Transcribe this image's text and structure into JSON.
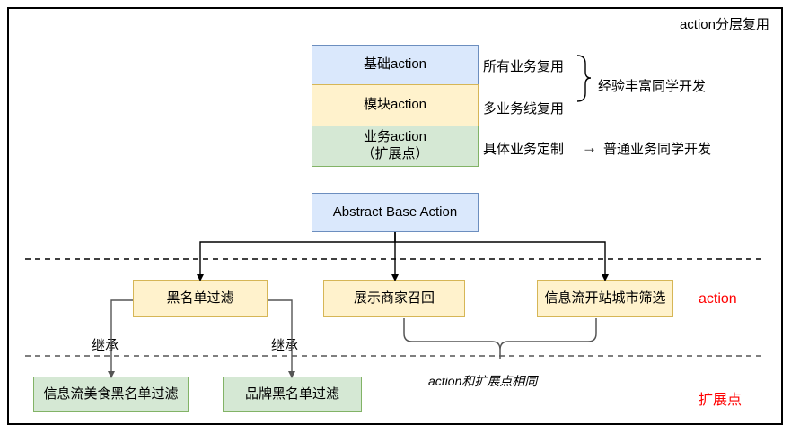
{
  "title": "action分层复用",
  "layers": {
    "items": [
      {
        "label": "基础action",
        "note": "所有业务复用",
        "color": "#dae8fc"
      },
      {
        "label": "模块action",
        "note": "多业务线复用",
        "color": "#fff2cc"
      },
      {
        "label": "业务action\n（扩展点）",
        "note": "具体业务定制",
        "color": "#d5e8d4"
      }
    ],
    "brace_note": "经验丰富同学开发",
    "arrow_glyph": "→",
    "custom_note": "普通业务同学开发"
  },
  "hierarchy": {
    "root": "Abstract Base Action",
    "actions": [
      "黑名单过滤",
      "展示商家召回",
      "信息流开站城市筛选"
    ],
    "inherit_labels": [
      "继承",
      "继承"
    ],
    "extensions": [
      "信息流美食黑名单过滤",
      "品牌黑名单过滤"
    ],
    "brace_note": "action和扩展点相同"
  },
  "bands": {
    "action_label": "action",
    "extension_label": "扩展点"
  },
  "colors": {
    "blue_fill": "#dae8fc",
    "blue_stroke": "#6c8ebf",
    "yellow_fill": "#fff2cc",
    "yellow_stroke": "#d6b656",
    "green_fill": "#d5e8d4",
    "green_stroke": "#82b366",
    "accent_red": "#ff0000",
    "line": "#000000",
    "soft_line": "#666666"
  }
}
